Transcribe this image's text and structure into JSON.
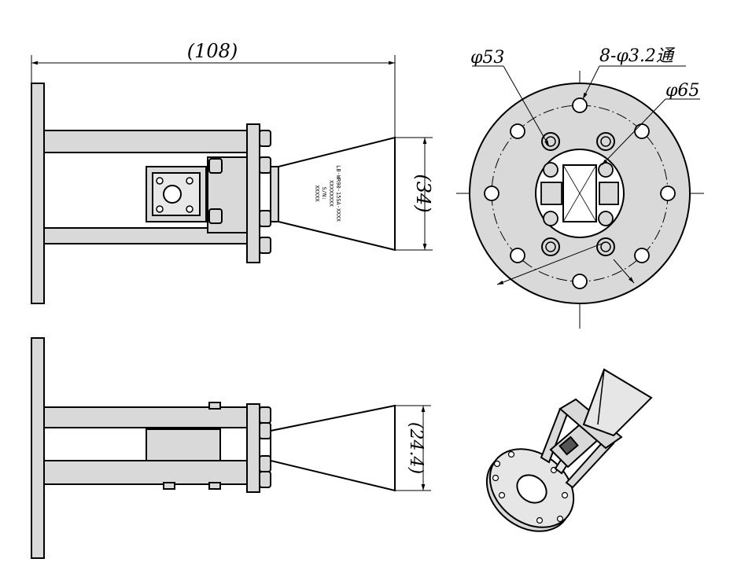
{
  "dimensions": {
    "overall_length": "(108)",
    "aperture_height_top": "(34)",
    "aperture_height_side": "(24.4)",
    "flange_inner_dia": "φ53",
    "holes": "8-φ3.2通",
    "flange_outer_dia": "φ65"
  },
  "horn_label": {
    "line1": "LB-WR90-15SA-XXXX",
    "line2": "XXXXXXXX",
    "line3": "S/N:",
    "line4": "XXXXX"
  },
  "colors": {
    "fill": "#d9d9d9",
    "fill_dark": "#bfbfbf",
    "stroke": "#000000"
  }
}
